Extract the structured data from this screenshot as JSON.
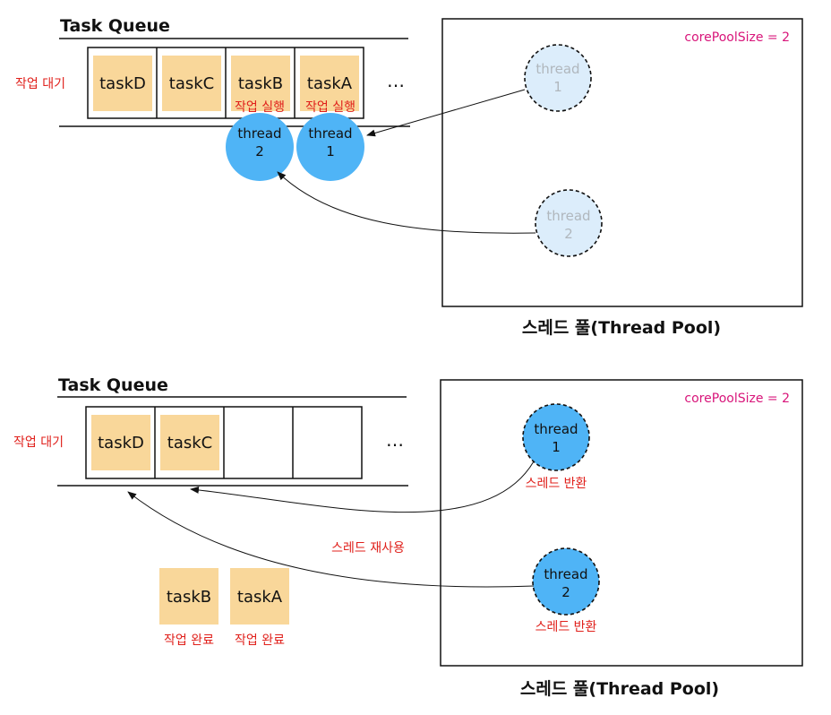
{
  "top": {
    "queue_title": "Task Queue",
    "waiting_label": "작업 대기",
    "slots": [
      "taskD",
      "taskC",
      "taskB",
      "taskA"
    ],
    "ellipsis": "…",
    "running_label_b": "작업 실행",
    "running_label_a": "작업 실행",
    "active_threads": [
      {
        "line1": "thread",
        "line2": "2"
      },
      {
        "line1": "thread",
        "line2": "1"
      }
    ],
    "pool": {
      "config": "corePoolSize = 2",
      "threads": [
        {
          "line1": "thread",
          "line2": "1"
        },
        {
          "line1": "thread",
          "line2": "2"
        }
      ],
      "caption": "스레드 풀(Thread Pool)"
    }
  },
  "bottom": {
    "queue_title": "Task Queue",
    "waiting_label": "작업 대기",
    "slots": [
      "taskD",
      "taskC",
      "",
      ""
    ],
    "ellipsis": "…",
    "reuse_label": "스레드 재사용",
    "done_tasks": [
      {
        "name": "taskB",
        "status": "작업 완료"
      },
      {
        "name": "taskA",
        "status": "작업 완료"
      }
    ],
    "pool": {
      "config": "corePoolSize = 2",
      "threads": [
        {
          "line1": "thread",
          "line2": "1",
          "note": "스레드 반환"
        },
        {
          "line1": "thread",
          "line2": "2",
          "note": "스레드 반환"
        }
      ],
      "caption": "스레드 풀(Thread Pool)"
    }
  },
  "colors": {
    "task_fill": "#f9d79a",
    "thread_active": "#4fb4f6",
    "thread_idle": "#dcedfb",
    "label_red": "#e0201b",
    "config_pink": "#d8157a"
  }
}
